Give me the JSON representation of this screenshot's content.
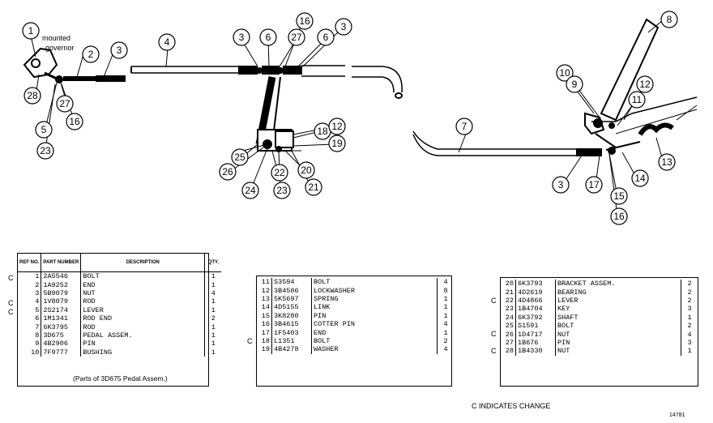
{
  "diagram": {
    "note_line1": "mounted",
    "note_line2": "governor",
    "callouts": [
      "1",
      "2",
      "3",
      "4",
      "3",
      "6",
      "16",
      "27",
      "6",
      "3",
      "8",
      "10",
      "9",
      "12",
      "11",
      "13",
      "28",
      "27",
      "16",
      "5",
      "23",
      "18",
      "12",
      "19",
      "25",
      "26",
      "22",
      "20",
      "21",
      "24",
      "23",
      "7",
      "3",
      "17",
      "14",
      "15",
      "16"
    ]
  },
  "table1": {
    "headers": {
      "ref": "REF NO.",
      "part": "PART NUMBER",
      "desc": "DESCRIPTION",
      "qty": "QTY."
    },
    "rows": [
      {
        "c": "C",
        "ref": "1",
        "part": "2A5546",
        "desc": "BOLT",
        "qty": "1"
      },
      {
        "c": "",
        "ref": "2",
        "part": "1A9252",
        "desc": "END",
        "qty": "1"
      },
      {
        "c": "",
        "ref": "3",
        "part": "5B9079",
        "desc": "NUT",
        "qty": "4"
      },
      {
        "c": "C",
        "ref": "4",
        "part": "1V8079",
        "desc": "ROD",
        "qty": "1"
      },
      {
        "c": "C",
        "ref": "5",
        "part": "2S2174",
        "desc": "LEVER",
        "qty": "1"
      },
      {
        "c": "",
        "ref": "6",
        "part": "1M1341",
        "desc": "ROD END",
        "qty": "2"
      },
      {
        "c": "",
        "ref": "7",
        "part": "6K3795",
        "desc": "ROD",
        "qty": "1"
      },
      {
        "c": "",
        "ref": "8",
        "part": "3D675",
        "desc": "PEDAL ASSEM.",
        "qty": "1"
      },
      {
        "c": "",
        "ref": "9",
        "part": "4B2906",
        "desc": "PIN",
        "qty": "1"
      },
      {
        "c": "",
        "ref": "10",
        "part": "7F9777",
        "desc": "BUSHING",
        "qty": "1"
      }
    ],
    "footnote": "(Parts of 3D675 Pedal Assem.)"
  },
  "table2": {
    "rows": [
      {
        "c": "",
        "ref": "11",
        "part": "S3594",
        "desc": "BOLT",
        "qty": "4"
      },
      {
        "c": "",
        "ref": "12",
        "part": "3B4506",
        "desc": "LOCKWASHER",
        "qty": "8"
      },
      {
        "c": "",
        "ref": "13",
        "part": "5K5697",
        "desc": "SPRING",
        "qty": "1"
      },
      {
        "c": "",
        "ref": "14",
        "part": "4D5155",
        "desc": "LINK",
        "qty": "1"
      },
      {
        "c": "",
        "ref": "15",
        "part": "3K8280",
        "desc": "PIN",
        "qty": "1"
      },
      {
        "c": "",
        "ref": "16",
        "part": "3B4615",
        "desc": "COTTER PIN",
        "qty": "4"
      },
      {
        "c": "",
        "ref": "17",
        "part": "1F5403",
        "desc": "END",
        "qty": "1"
      },
      {
        "c": "C",
        "ref": "18",
        "part": "L1351",
        "desc": "BOLT",
        "qty": "2"
      },
      {
        "c": "",
        "ref": "19",
        "part": "4B4278",
        "desc": "WASHER",
        "qty": "4"
      }
    ]
  },
  "table3": {
    "rows": [
      {
        "c": "",
        "ref": "20",
        "part": "6K3793",
        "desc": "BRACKET ASSEM.",
        "qty": "2"
      },
      {
        "c": "",
        "ref": "21",
        "part": "4D2619",
        "desc": "BEARING",
        "qty": "2"
      },
      {
        "c": "C",
        "ref": "22",
        "part": "4D4866",
        "desc": "LEVER",
        "qty": "2"
      },
      {
        "c": "",
        "ref": "23",
        "part": "1B4704",
        "desc": "KEY",
        "qty": "3"
      },
      {
        "c": "",
        "ref": "24",
        "part": "6K3792",
        "desc": "SHAFT",
        "qty": "1"
      },
      {
        "c": "",
        "ref": "25",
        "part": "S1591",
        "desc": "BOLT",
        "qty": "2"
      },
      {
        "c": "C",
        "ref": "26",
        "part": "1D4717",
        "desc": "NUT",
        "qty": "4"
      },
      {
        "c": "",
        "ref": "27",
        "part": "1B676",
        "desc": "PIN",
        "qty": "3"
      },
      {
        "c": "C",
        "ref": "28",
        "part": "1B4330",
        "desc": "NUT",
        "qty": "1"
      }
    ]
  },
  "footer": {
    "change_note": "C INDICATES CHANGE",
    "figure_number": "14781"
  }
}
